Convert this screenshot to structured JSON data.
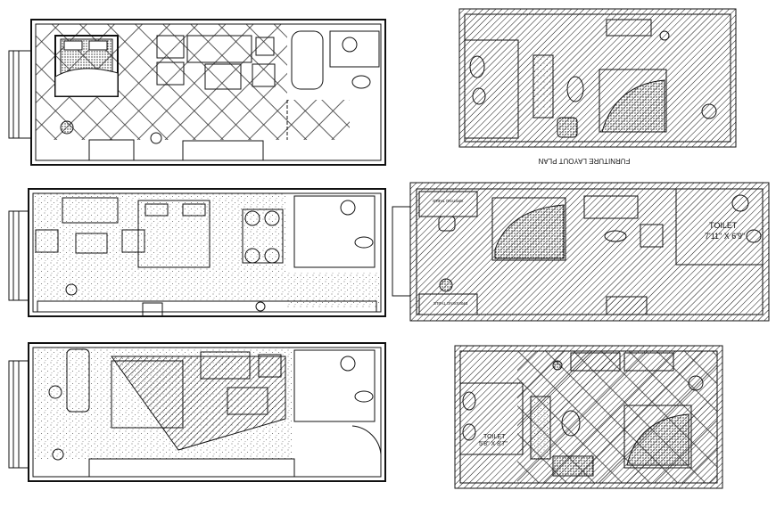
{
  "drawing": {
    "title": "FURNITURE LAYOUT PLAN",
    "labels": {
      "writing_table": "WRITING TABLE",
      "dressing_table": "DRESSING TABLE",
      "toilet_a": "TOILET",
      "toilet_a_size": "7'11\" X 6'9\"",
      "toilet_b": "TOILET",
      "toilet_b_size": "5'8\" X 8'7\""
    },
    "colors": {
      "line": "#111111",
      "background": "#ffffff"
    }
  }
}
